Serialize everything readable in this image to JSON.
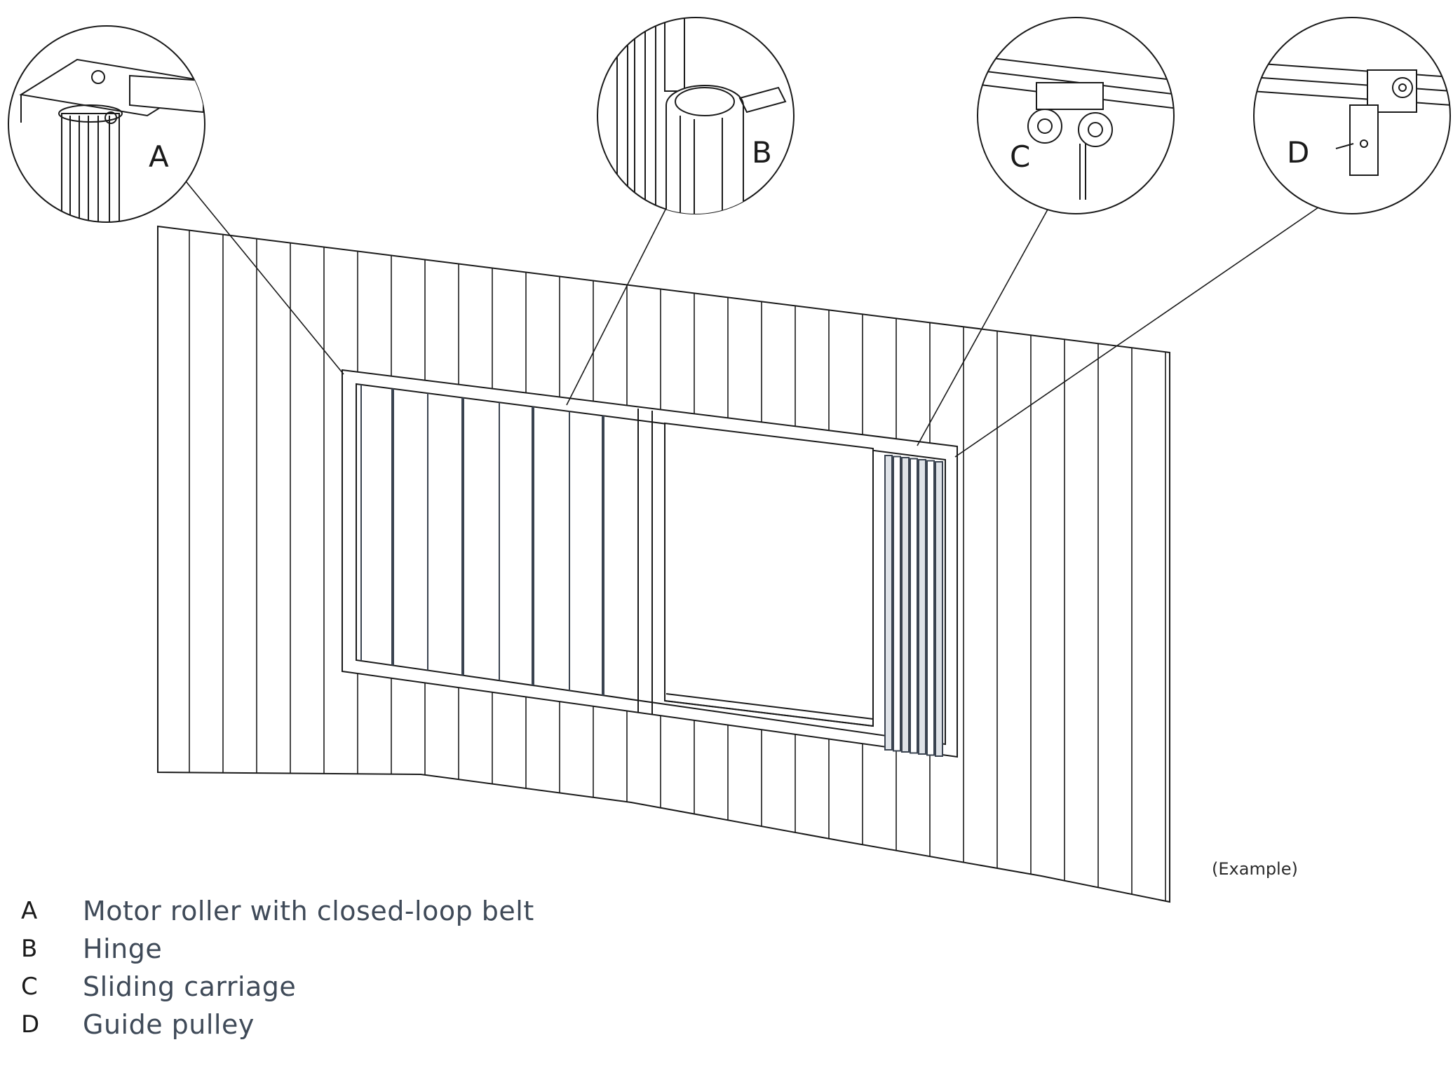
{
  "callouts": [
    {
      "id": "A",
      "letter": "A"
    },
    {
      "id": "B",
      "letter": "B"
    },
    {
      "id": "C",
      "letter": "C"
    },
    {
      "id": "D",
      "letter": "D"
    }
  ],
  "note": "(Example)",
  "legend": [
    {
      "letter": "A",
      "text": "Motor roller with closed-loop belt"
    },
    {
      "letter": "B",
      "text": "Hinge"
    },
    {
      "letter": "C",
      "text": "Sliding carriage"
    },
    {
      "letter": "D",
      "text": "Guide pulley"
    }
  ],
  "colors": {
    "line": "#1a1a1a",
    "panel_dark": "#3a4350",
    "legend_text": "#3f4a58"
  }
}
